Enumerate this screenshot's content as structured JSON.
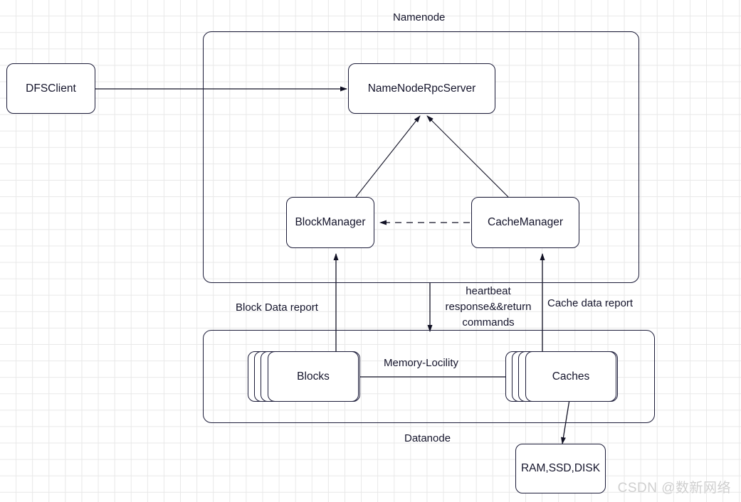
{
  "diagram": {
    "title_labels": {
      "namenode": "Namenode",
      "datanode": "Datanode"
    },
    "nodes": [
      {
        "id": "dfsclient",
        "label": "DFSClient"
      },
      {
        "id": "namenoderpcserver",
        "label": "NameNodeRpcServer"
      },
      {
        "id": "blockmanager",
        "label": "BlockManager"
      },
      {
        "id": "cachemanager",
        "label": "CacheManager"
      },
      {
        "id": "blocks",
        "label": "Blocks"
      },
      {
        "id": "caches",
        "label": "Caches"
      },
      {
        "id": "storage",
        "label": "RAM,SSD,DISK"
      }
    ],
    "edge_labels": {
      "block_data_report": "Block Data report",
      "cache_data_report": "Cache data report",
      "memory_locility": "Memory-Locility",
      "heartbeat_line1": "heartbeat",
      "heartbeat_line2": "response&&return",
      "heartbeat_line3": "commands"
    },
    "colors": {
      "stroke": "#1b1b38",
      "text": "#14142b",
      "grid": "#e8e8e8",
      "background": "#ffffff",
      "watermark": "#cfcfcf"
    }
  },
  "watermark": {
    "text": "CSDN @数新网络"
  }
}
